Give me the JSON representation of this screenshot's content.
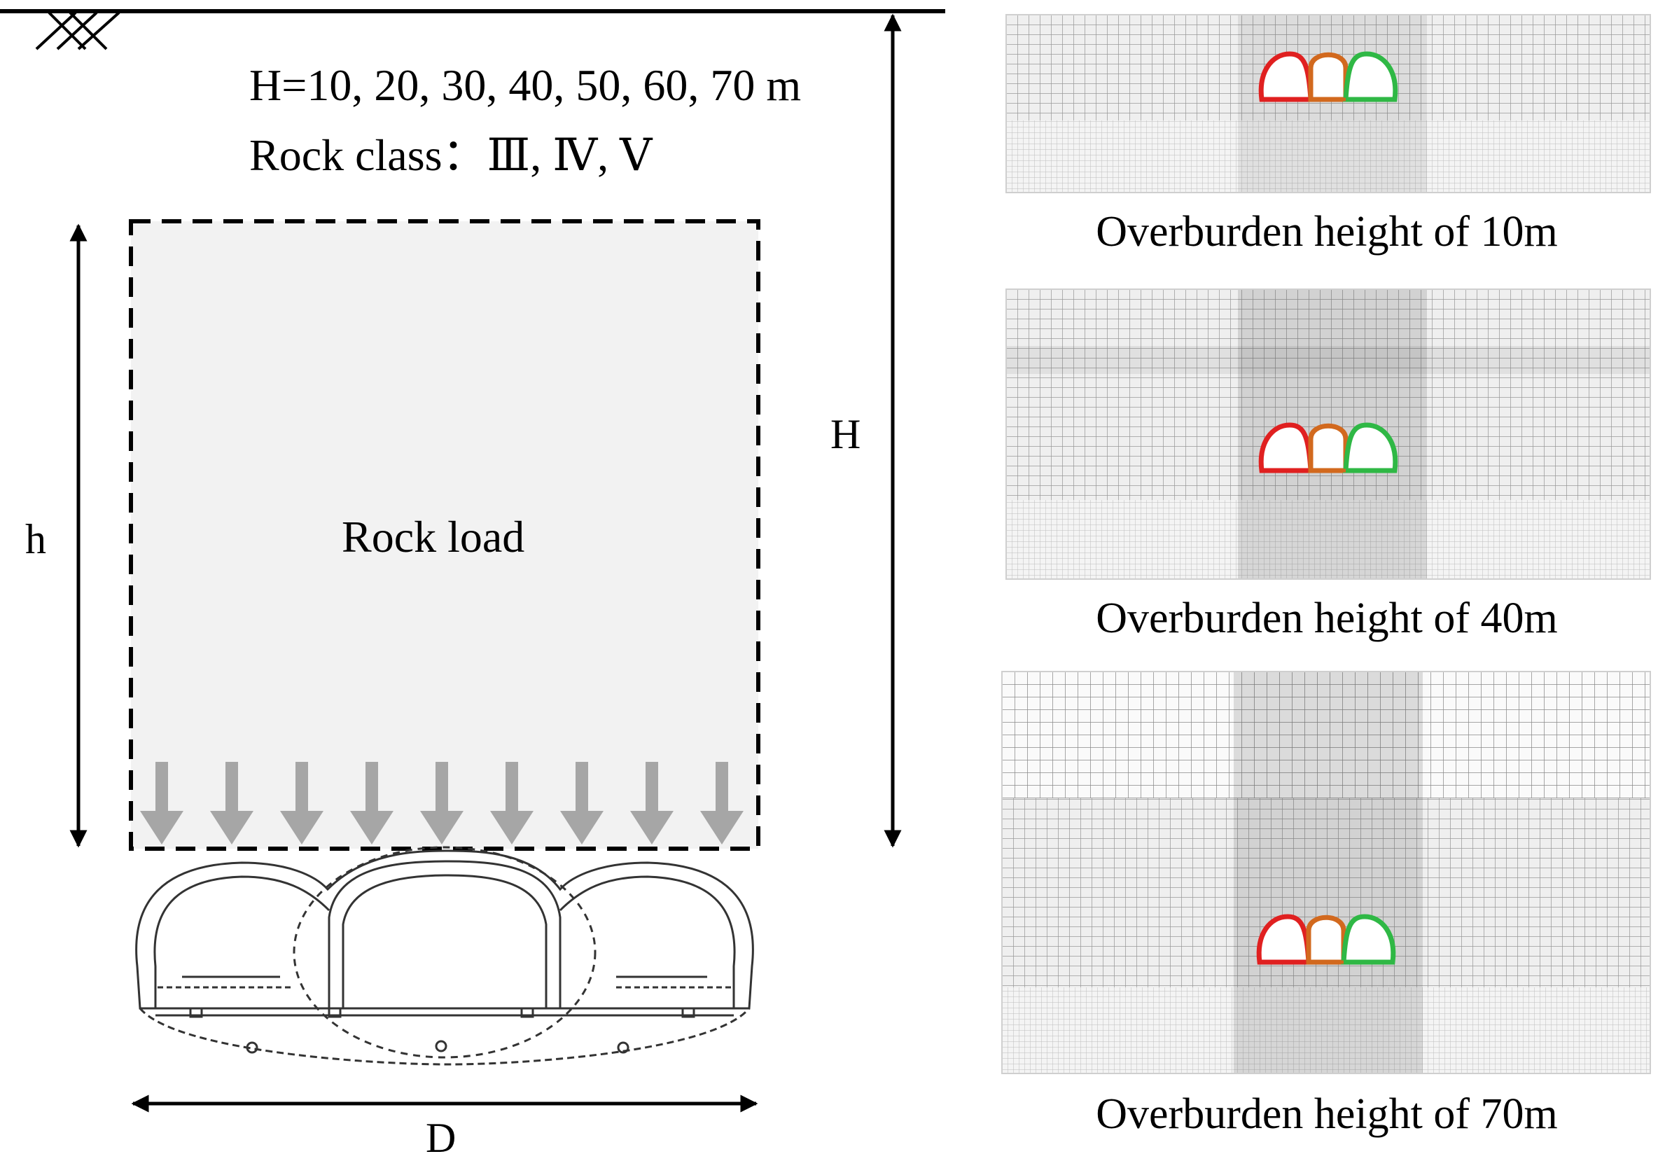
{
  "diagram": {
    "parameters": {
      "heights": "H=10, 20, 30, 40, 50, 60, 70 m",
      "rock_class": "Rock class：Ⅲ, Ⅳ, Ⅴ"
    },
    "labels": {
      "load_region": "Rock load",
      "load_height": "h",
      "overburden": "H",
      "width": "D"
    }
  },
  "panels": [
    {
      "caption": "Overburden height of 10m"
    },
    {
      "caption": "Overburden height of 40m"
    },
    {
      "caption": "Overburden height of 70m"
    }
  ],
  "colors": {
    "load_fill": "#f2f2f2",
    "arrow": "#a6a6a6",
    "lining_left": "#e02020",
    "lining_center": "#d2691e",
    "lining_right": "#2fb845"
  }
}
